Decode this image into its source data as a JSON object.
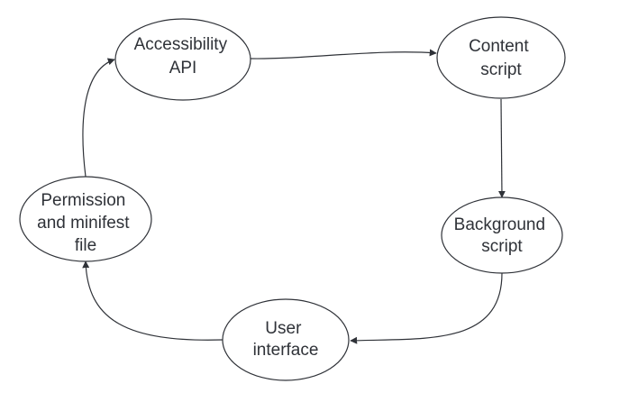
{
  "diagram": {
    "nodes": [
      {
        "id": "accessibility-api",
        "lines": [
          "Accessibility",
          "API"
        ]
      },
      {
        "id": "content-script",
        "lines": [
          "Content",
          "script"
        ]
      },
      {
        "id": "background-script",
        "lines": [
          "Background",
          "script"
        ]
      },
      {
        "id": "user-interface",
        "lines": [
          "User",
          "interface"
        ]
      },
      {
        "id": "permission-manifest",
        "lines": [
          "Permission",
          "and minifest",
          "file"
        ]
      }
    ],
    "edges": [
      {
        "from": "accessibility-api",
        "to": "content-script"
      },
      {
        "from": "content-script",
        "to": "background-script"
      },
      {
        "from": "background-script",
        "to": "user-interface"
      },
      {
        "from": "user-interface",
        "to": "permission-manifest"
      },
      {
        "from": "permission-manifest",
        "to": "accessibility-api"
      }
    ],
    "colors": {
      "stroke": "#2f3238",
      "fill": "#ffffff",
      "text": "#2f3238"
    }
  }
}
